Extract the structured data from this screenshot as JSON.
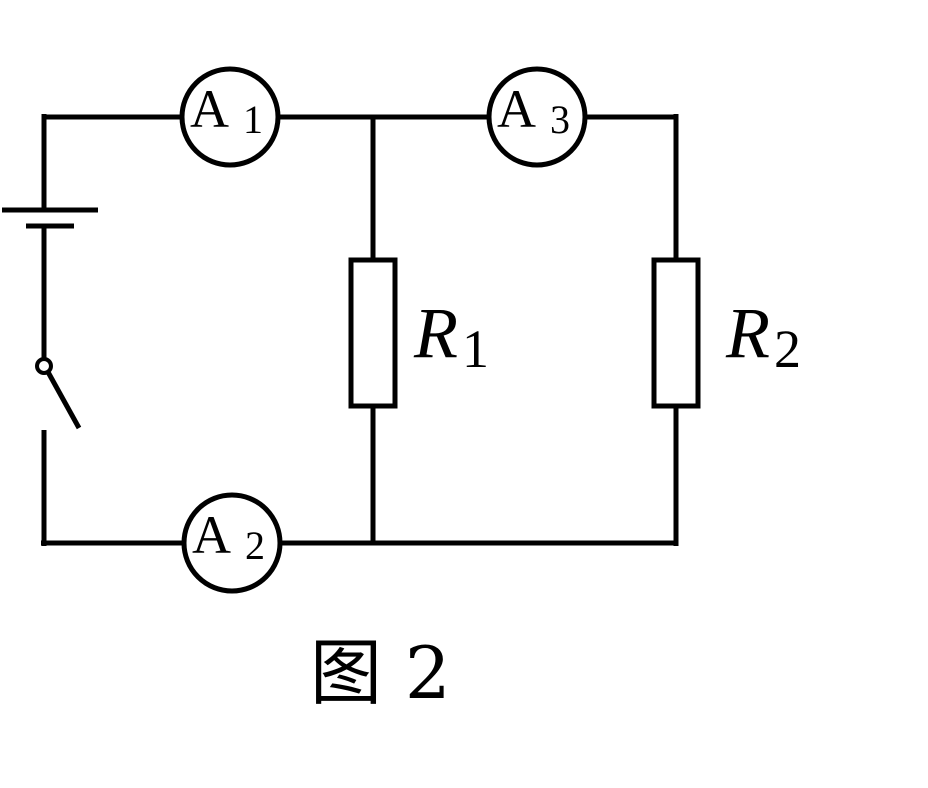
{
  "diagram": {
    "caption": "图 2",
    "meters": [
      {
        "id": "A1",
        "letter": "A",
        "subscript": "1"
      },
      {
        "id": "A2",
        "letter": "A",
        "subscript": "2"
      },
      {
        "id": "A3",
        "letter": "A",
        "subscript": "3"
      }
    ],
    "resistors": [
      {
        "id": "R1",
        "letter": "R",
        "subscript": "1"
      },
      {
        "id": "R2",
        "letter": "R",
        "subscript": "2"
      }
    ],
    "components": [
      "battery",
      "switch"
    ],
    "colors": {
      "line": "#000000",
      "background": "#ffffff"
    }
  }
}
